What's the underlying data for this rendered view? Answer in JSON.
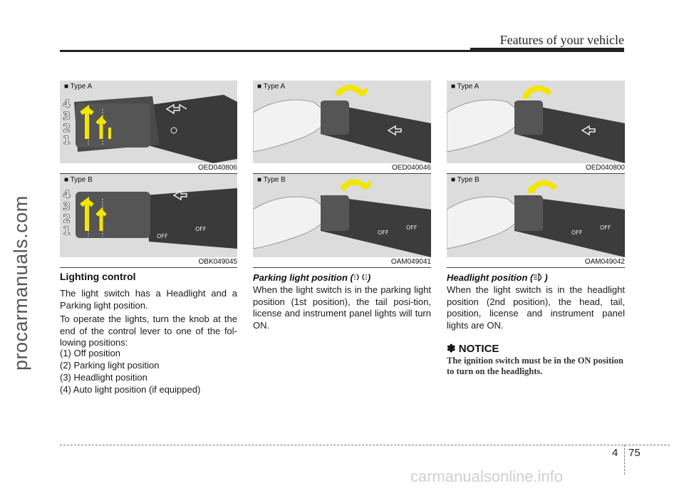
{
  "header": {
    "title": "Features of your vehicle"
  },
  "watermark": {
    "left": "procarmanuals.com",
    "bottom": "carmanualsonline.info"
  },
  "figures": [
    {
      "type_label": "■ Type A",
      "code": "OED040806"
    },
    {
      "type_label": "■ Type B",
      "code": "OBK049045"
    },
    {
      "type_label": "■ Type A",
      "code": "OED040046"
    },
    {
      "type_label": "■ Type B",
      "code": "OAM049041"
    },
    {
      "type_label": "■ Type A",
      "code": "OED040800"
    },
    {
      "type_label": "■ Type B",
      "code": "OAM049042"
    }
  ],
  "lighting": {
    "title": "Lighting control",
    "p1": "The light switch has a Headlight and a Parking light position.",
    "p2": "To operate the lights, turn the knob at the end of the control lever to one of the fol-lowing positions:",
    "items": [
      "(1) Off position",
      "(2) Parking light position",
      "(3) Headlight position",
      "(4) Auto light position (if equipped)"
    ]
  },
  "parking": {
    "title_prefix": "Parking light position (",
    "title_suffix": ")",
    "body": "When the light switch is in the parking light position (1st position), the tail posi-tion, license and instrument panel lights will turn ON."
  },
  "headlight": {
    "title_prefix": "Headlight position (",
    "title_suffix": ")",
    "body": "When the light switch is in the headlight position (2nd position), the head, tail, position, license and instrument panel lights are ON."
  },
  "notice": {
    "title": "✽ NOTICE",
    "body": "The ignition switch must be in the ON position to turn on the headlights."
  },
  "footer": {
    "chapter": "4",
    "page": "75"
  }
}
